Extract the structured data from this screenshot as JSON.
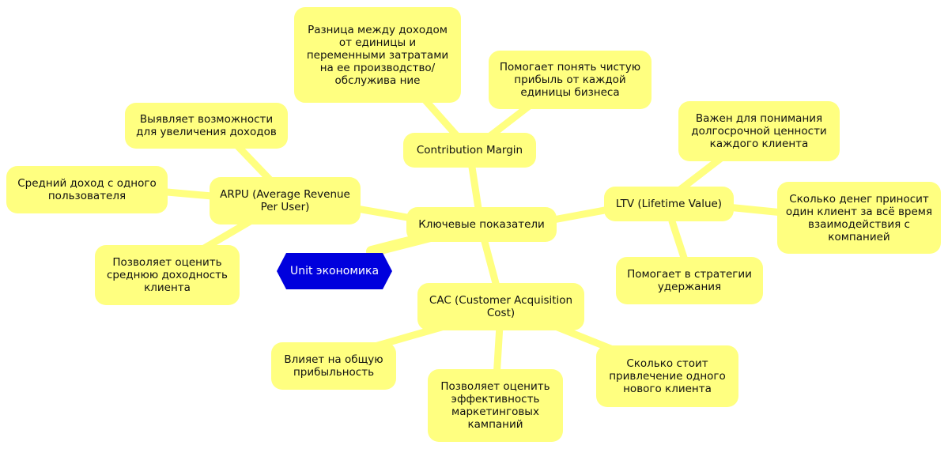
{
  "diagram": {
    "root": {
      "label": "Unit экономика",
      "fill": "#0000dd"
    },
    "hub": {
      "label": "Ключевые показатели"
    },
    "branches": {
      "contribution_margin": {
        "label": "Contribution Margin",
        "notes": [
          "Разница между доходом от единицы и переменными затратами на ее производство/обслужива ние",
          "Помогает понять чистую прибыль от каждой единицы бизнеса"
        ]
      },
      "arpu": {
        "label": "ARPU (Average Revenue Per User)",
        "notes": [
          "Выявляет возможности для увеличения доходов",
          "Средний доход с одного пользователя",
          "Позволяет оценить среднюю доходность клиента"
        ]
      },
      "ltv": {
        "label": "LTV (Lifetime Value)",
        "notes": [
          "Важен для понимания долгосрочной ценности каждого клиента",
          "Сколько денег приносит один клиент за всё время взаимодействия с компанией",
          "Помогает в стратегии удержания"
        ]
      },
      "cac": {
        "label": "CAC (Customer Acquisition Cost)",
        "notes": [
          "Влияет на общую прибыльность",
          "Позволяет оценить эффективность маркетинговых кампаний",
          "Сколько стоит привлечение одного нового клиента"
        ]
      }
    },
    "colors": {
      "node": "#ffff80",
      "edge": "#ffff80",
      "root": "#0000dd",
      "root_text": "#ffffff",
      "text": "#111111"
    }
  }
}
